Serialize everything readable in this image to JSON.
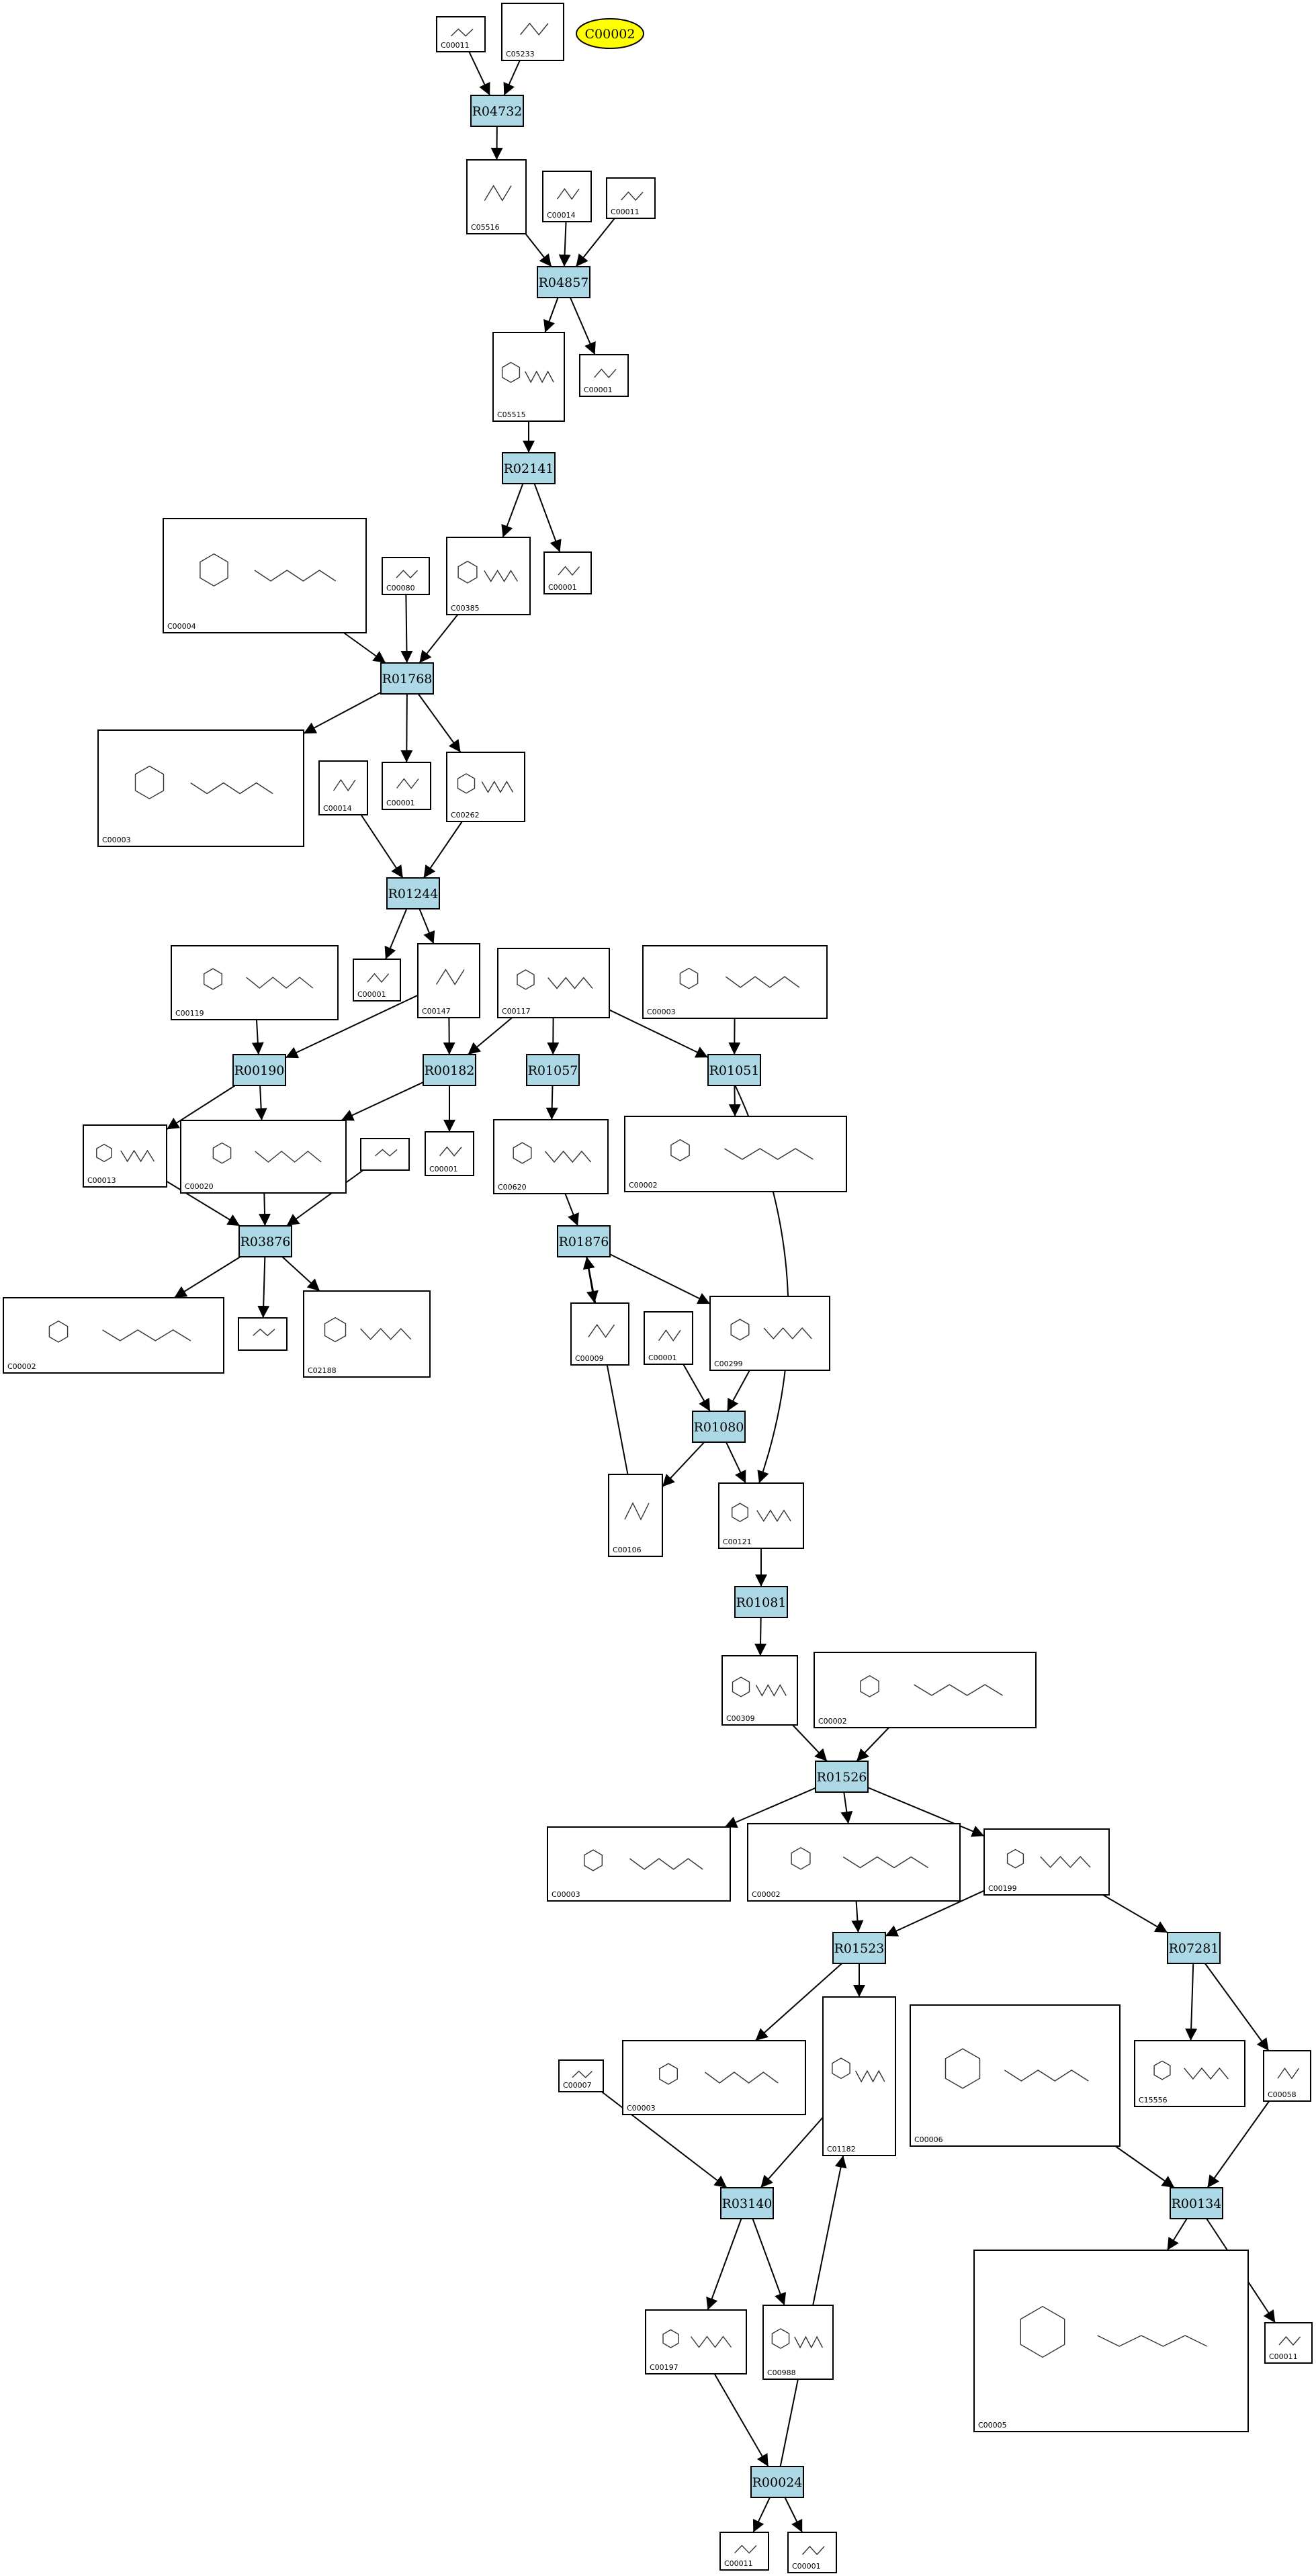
{
  "tag": {
    "label": "C00002",
    "fill": "#ffff00"
  },
  "reaction_fill": "#add8e6",
  "reactions": [
    "R04732",
    "R04857",
    "R02141",
    "R01768",
    "R01244",
    "R00190",
    "R00182",
    "R01057",
    "R01051",
    "R03876",
    "R01876",
    "R01080",
    "R01081",
    "R01526",
    "R01523",
    "R07281",
    "R03140",
    "R00134",
    "R00024"
  ],
  "compounds": [
    {
      "id": "C00011"
    },
    {
      "id": "C05233"
    },
    {
      "id": "C05516"
    },
    {
      "id": "C00014"
    },
    {
      "id": "C00011"
    },
    {
      "id": "C05515"
    },
    {
      "id": "C00001"
    },
    {
      "id": "C00004"
    },
    {
      "id": "C00080"
    },
    {
      "id": "C00385"
    },
    {
      "id": "C00001"
    },
    {
      "id": "C00003"
    },
    {
      "id": "C00014"
    },
    {
      "id": "C00001"
    },
    {
      "id": "C00262"
    },
    {
      "id": "C00119"
    },
    {
      "id": "C00001"
    },
    {
      "id": "C00147"
    },
    {
      "id": "C00117"
    },
    {
      "id": "C00003"
    },
    {
      "id": "C00013"
    },
    {
      "id": "C00020"
    },
    {
      "id": ""
    },
    {
      "id": "C00001"
    },
    {
      "id": "C00620"
    },
    {
      "id": "C00002"
    },
    {
      "id": "C00002"
    },
    {
      "id": ""
    },
    {
      "id": "C02188"
    },
    {
      "id": "C00009"
    },
    {
      "id": "C00001"
    },
    {
      "id": "C00299"
    },
    {
      "id": "C00106"
    },
    {
      "id": "C00121"
    },
    {
      "id": "C00309"
    },
    {
      "id": "C00002"
    },
    {
      "id": "C00003"
    },
    {
      "id": "C00002"
    },
    {
      "id": "C00199"
    },
    {
      "id": "C00007"
    },
    {
      "id": "C00003"
    },
    {
      "id": "C01182"
    },
    {
      "id": "C00006"
    },
    {
      "id": "C15556"
    },
    {
      "id": "C00058"
    },
    {
      "id": "C00197"
    },
    {
      "id": "C00988"
    },
    {
      "id": "C00005"
    },
    {
      "id": "C00011"
    },
    {
      "id": "C00011"
    },
    {
      "id": "C00001"
    }
  ],
  "edges": [
    [
      "c0",
      "R04732"
    ],
    [
      "c1",
      "R04732"
    ],
    [
      "R04732",
      "c2"
    ],
    [
      "c2",
      "R04857"
    ],
    [
      "c3",
      "R04857"
    ],
    [
      "c4",
      "R04857"
    ],
    [
      "R04857",
      "c5"
    ],
    [
      "R04857",
      "c6"
    ],
    [
      "c5",
      "R02141"
    ],
    [
      "R02141",
      "c9"
    ],
    [
      "R02141",
      "c10"
    ],
    [
      "c7",
      "R01768"
    ],
    [
      "c8",
      "R01768"
    ],
    [
      "c9",
      "R01768"
    ],
    [
      "R01768",
      "c11"
    ],
    [
      "R01768",
      "c13"
    ],
    [
      "R01768",
      "c14"
    ],
    [
      "c12",
      "R01244"
    ],
    [
      "c14",
      "R01244"
    ],
    [
      "R01244",
      "c16"
    ],
    [
      "R01244",
      "c17"
    ],
    [
      "c15",
      "R00190"
    ],
    [
      "c17",
      "R00190"
    ],
    [
      "R00190",
      "c20"
    ],
    [
      "R00190",
      "c21"
    ],
    [
      "c17",
      "R00182"
    ],
    [
      "c18",
      "R00182"
    ],
    [
      "R00182",
      "c21"
    ],
    [
      "R00182",
      "c23"
    ],
    [
      "c18",
      "R01057"
    ],
    [
      "R01057",
      "c24"
    ],
    [
      "c18",
      "R01051"
    ],
    [
      "c19",
      "R01051"
    ],
    [
      "R01051",
      "c25"
    ],
    [
      "R01051",
      "c33"
    ],
    [
      "c20",
      "R03876"
    ],
    [
      "c21",
      "R03876"
    ],
    [
      "c22",
      "R03876"
    ],
    [
      "R03876",
      "c26"
    ],
    [
      "R03876",
      "c27"
    ],
    [
      "R03876",
      "c28"
    ],
    [
      "c24",
      "R01876"
    ],
    [
      "c32",
      "R01876"
    ],
    [
      "R01876",
      "c29"
    ],
    [
      "R01876",
      "c31"
    ],
    [
      "c30",
      "R01080"
    ],
    [
      "c31",
      "R01080"
    ],
    [
      "R01080",
      "c32"
    ],
    [
      "R01080",
      "c33"
    ],
    [
      "c33",
      "R01081"
    ],
    [
      "R01081",
      "c34"
    ],
    [
      "c34",
      "R01526"
    ],
    [
      "c35",
      "R01526"
    ],
    [
      "R01526",
      "c36"
    ],
    [
      "R01526",
      "c37"
    ],
    [
      "R01526",
      "c38"
    ],
    [
      "c37",
      "R01523"
    ],
    [
      "c38",
      "R01523"
    ],
    [
      "R01523",
      "c40"
    ],
    [
      "R01523",
      "c41"
    ],
    [
      "c38",
      "R07281"
    ],
    [
      "R07281",
      "c43"
    ],
    [
      "R07281",
      "c44"
    ],
    [
      "c39",
      "R03140"
    ],
    [
      "c41",
      "R03140"
    ],
    [
      "R03140",
      "c45"
    ],
    [
      "R03140",
      "c46"
    ],
    [
      "c42",
      "R00134"
    ],
    [
      "c44",
      "R00134"
    ],
    [
      "R00134",
      "c47"
    ],
    [
      "R00134",
      "c48"
    ],
    [
      "c45",
      "R00024"
    ],
    [
      "R00024",
      "c41"
    ],
    [
      "R00024",
      "c49"
    ],
    [
      "R00024",
      "c50"
    ]
  ]
}
